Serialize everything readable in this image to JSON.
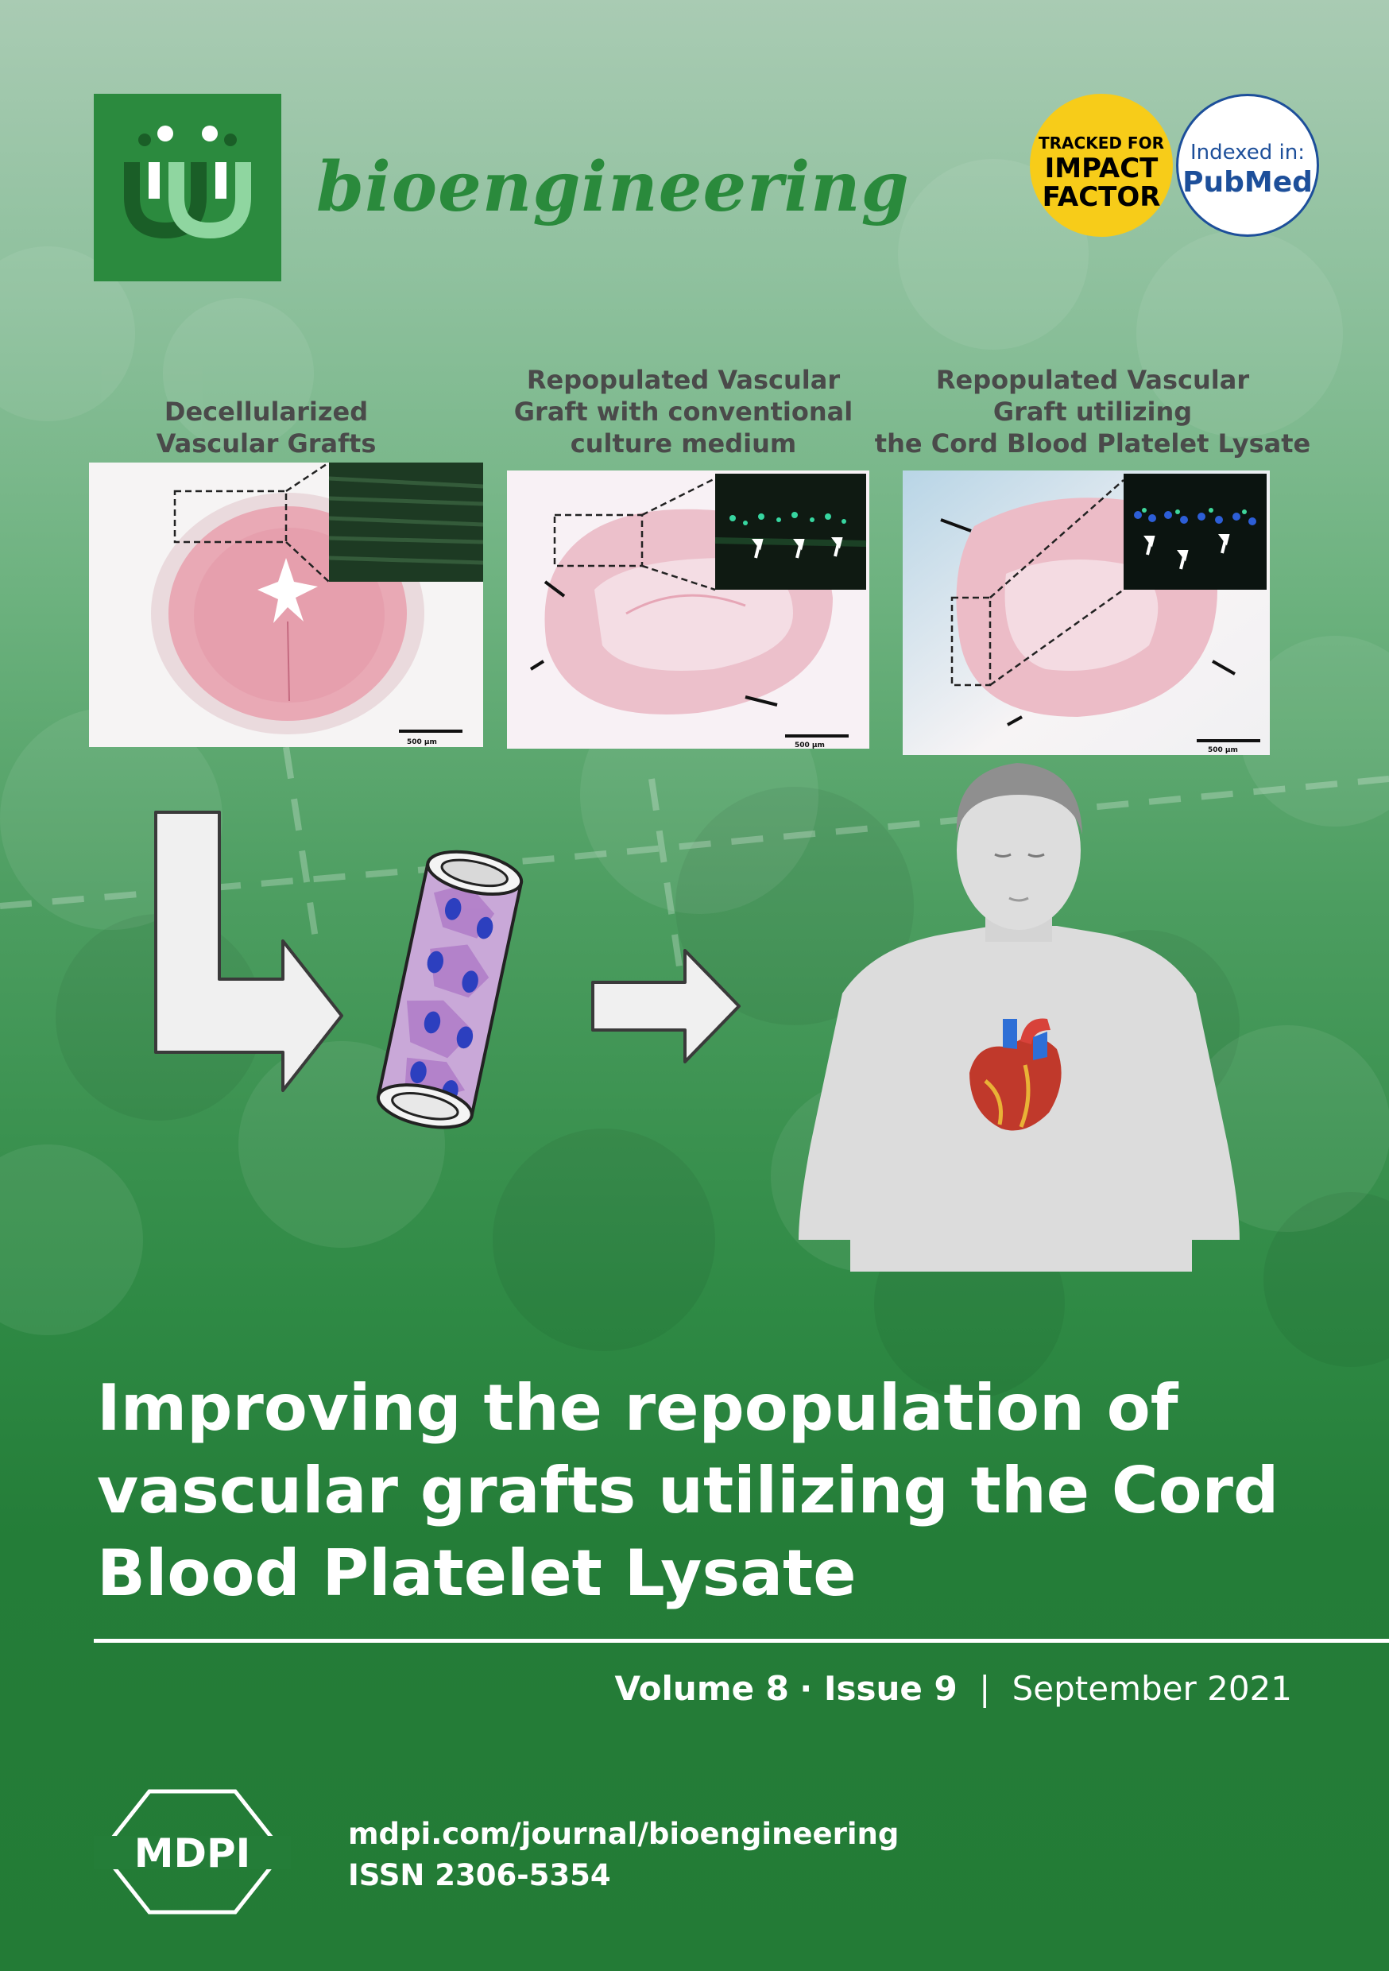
{
  "journal": {
    "name": "bioengineering",
    "badges": {
      "impact_line1": "TRACKED FOR",
      "impact_line2": "IMPACT",
      "impact_line3": "FACTOR",
      "pubmed_line1": "Indexed in:",
      "pubmed_line2": "PubMed"
    }
  },
  "figure": {
    "panels": [
      {
        "caption_line1": "Decellularized",
        "caption_line2": "Vascular Grafts",
        "caption_line3": "",
        "scale": "500 μm"
      },
      {
        "caption_line1": "Repopulated Vascular",
        "caption_line2": "Graft with conventional",
        "caption_line3": "culture medium",
        "scale": "500 μm"
      },
      {
        "caption_line1": "Repopulated Vascular",
        "caption_line2": "Graft utilizing",
        "caption_line3": "the Cord Blood Platelet Lysate",
        "scale": "500 μm"
      }
    ]
  },
  "cover": {
    "title_line1": "Improving the repopulation of",
    "title_line2": "vascular grafts utilizing the Cord",
    "title_line3": "Blood Platelet Lysate",
    "volume": "Volume 8",
    "issue": "Issue 9",
    "date": "September 2021"
  },
  "publisher": {
    "logo_text": "MDPI",
    "url": "mdpi.com/journal/bioengineering",
    "issn": "ISSN 2306-5354"
  },
  "colors": {
    "brand_green": "#2b8a3e",
    "impact_yellow": "#f7cc19",
    "pubmed_blue": "#1d4f9a",
    "tissue_pink": "#e9a9b5"
  }
}
